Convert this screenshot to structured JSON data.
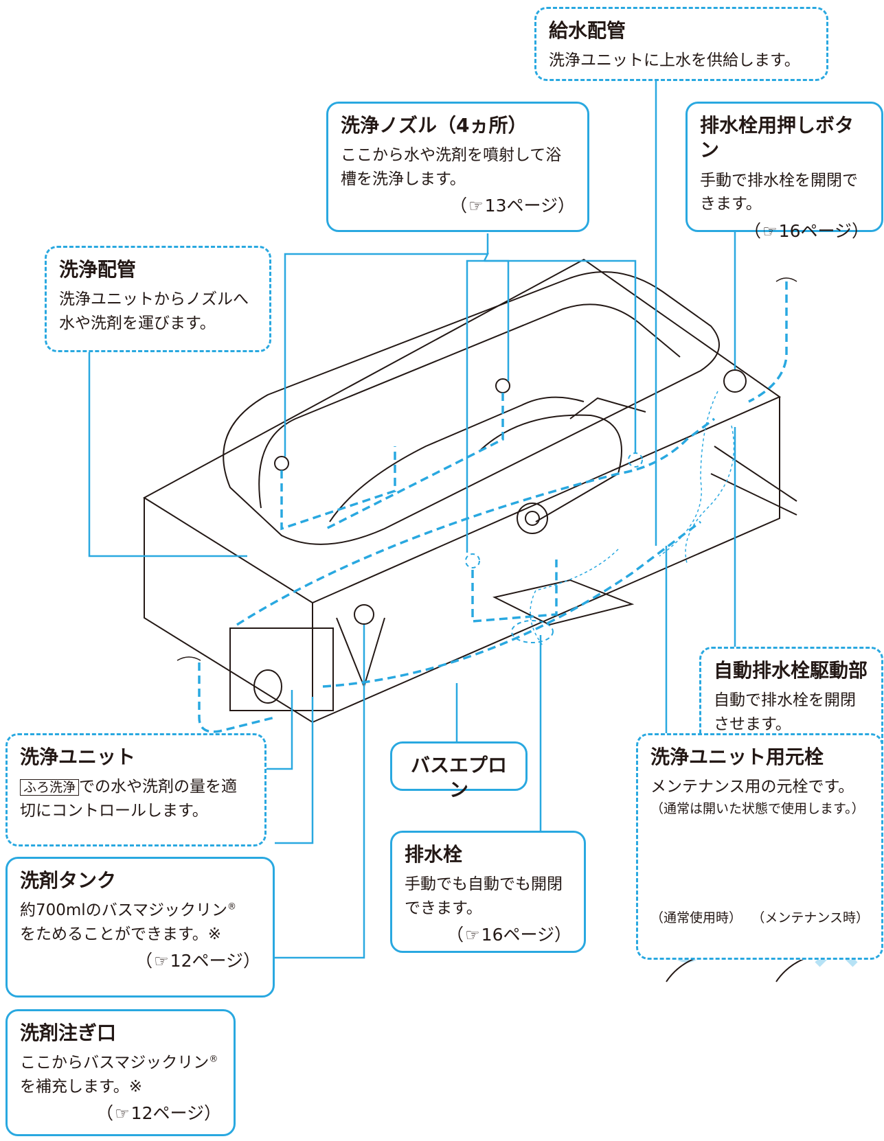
{
  "callouts": {
    "supply_pipe": {
      "title": "給水配管",
      "desc": "洗浄ユニットに上水を供給します。"
    },
    "nozzle": {
      "title": "洗浄ノズル（4ヵ所）",
      "desc": "ここから水や洗剤を噴射して浴槽を洗浄します。",
      "ref": "13ページ"
    },
    "drain_button": {
      "title": "排水栓用押しボタン",
      "desc": "手動で排水栓を開閉できます。",
      "ref": "16ページ"
    },
    "wash_pipe": {
      "title": "洗浄配管",
      "desc": "洗浄ユニットからノズルへ水や洗剤を運びます。"
    },
    "auto_drain": {
      "title": "自動排水栓駆動部",
      "desc": "自動で排水栓を開閉させます。"
    },
    "wash_unit": {
      "title": "洗浄ユニット",
      "keyword": "ふろ洗浄",
      "desc": "での水や洗剤の量を適切にコントロールします。"
    },
    "bath_apron": {
      "title": "バスエプロン"
    },
    "main_valve": {
      "title": "洗浄ユニット用元栓",
      "desc": "メンテナンス用の元栓です。",
      "note": "（通常は開いた状態で使用します。）",
      "label_normal": "（通常使用時）",
      "label_maint": "（メンテナンス時）"
    },
    "drain_plug": {
      "title": "排水栓",
      "desc": "手動でも自動でも開閉できます。",
      "ref": "16ページ"
    },
    "detergent_tank": {
      "title": "洗剤タンク",
      "desc": "約700mlのバスマジックリン",
      "desc2": "をためることができます。※",
      "ref": "12ページ"
    },
    "detergent_inlet": {
      "title": "洗剤注ぎ口",
      "desc": "ここからバスマジックリン",
      "desc2": "を補充します。※",
      "ref": "12ページ"
    }
  },
  "ref_icon": "pointing-hand-icon",
  "colors": {
    "accent": "#29a8e0",
    "line": "#231815"
  }
}
